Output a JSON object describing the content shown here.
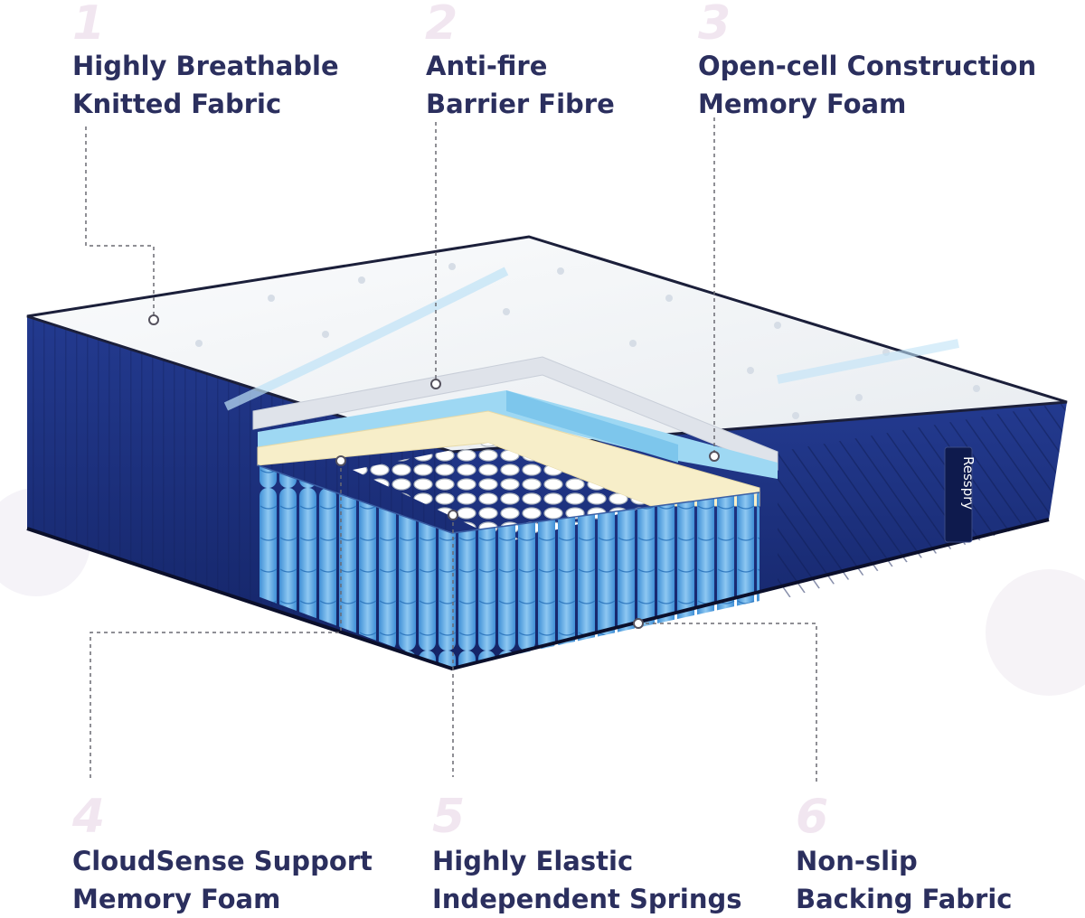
{
  "features": [
    {
      "number": "1",
      "line1": "Highly Breathable",
      "line2": "Knitted Fabric"
    },
    {
      "number": "2",
      "line1": "Anti-fire",
      "line2": "Barrier Fibre"
    },
    {
      "number": "3",
      "line1": "Open-cell Construction",
      "line2": "Memory Foam"
    },
    {
      "number": "4",
      "line1": "CloudSense Support",
      "line2": "Memory Foam"
    },
    {
      "number": "5",
      "line1": "Highly Elastic",
      "line2": "Independent Springs"
    },
    {
      "number": "6",
      "line1": "Non-slip",
      "line2": "Backing Fabric"
    }
  ],
  "brand": {
    "logo_text": "Resspry"
  },
  "colors": {
    "label_text": "#2b2f5e",
    "number_watermark": "#f1e6f0",
    "mattress_side": "#1d2f7a",
    "mattress_top": "#f4f6f8",
    "spring_blue": "#5aa9e6",
    "memory_foam_blue": "#8fd0f0",
    "support_foam_cream": "#f7eec9",
    "leader_line": "#6a6a72"
  },
  "icons": [
    "mattress-illustration",
    "leader-dot-icon"
  ]
}
